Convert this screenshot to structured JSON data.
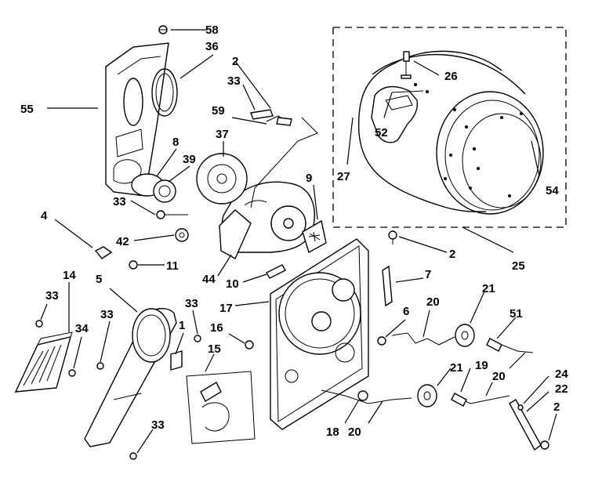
{
  "diagram": {
    "callouts": {
      "c58": "58",
      "c36": "36",
      "c2a": "2",
      "c33a": "33",
      "c55": "55",
      "c59": "59",
      "c37": "37",
      "c8": "8",
      "c39": "39",
      "c9": "9",
      "c4": "4",
      "c33b": "33",
      "c42": "42",
      "c11": "11",
      "c44": "44",
      "c10": "10",
      "c14": "14",
      "c5": "5",
      "c33c": "33",
      "c33d": "33",
      "c34": "34",
      "c33e": "33",
      "c1": "1",
      "c16": "16",
      "c15": "15",
      "c17": "17",
      "c7": "7",
      "c6": "6",
      "c20a": "20",
      "c21a": "21",
      "c51": "51",
      "c2b": "2",
      "c25": "25",
      "c26": "26",
      "c52": "52",
      "c27": "27",
      "c54": "54",
      "c21b": "21",
      "c19": "19",
      "c20b": "20",
      "c24": "24",
      "c22": "22",
      "c2c": "2",
      "c18": "18",
      "c20c": "20",
      "c33f": "33"
    }
  }
}
